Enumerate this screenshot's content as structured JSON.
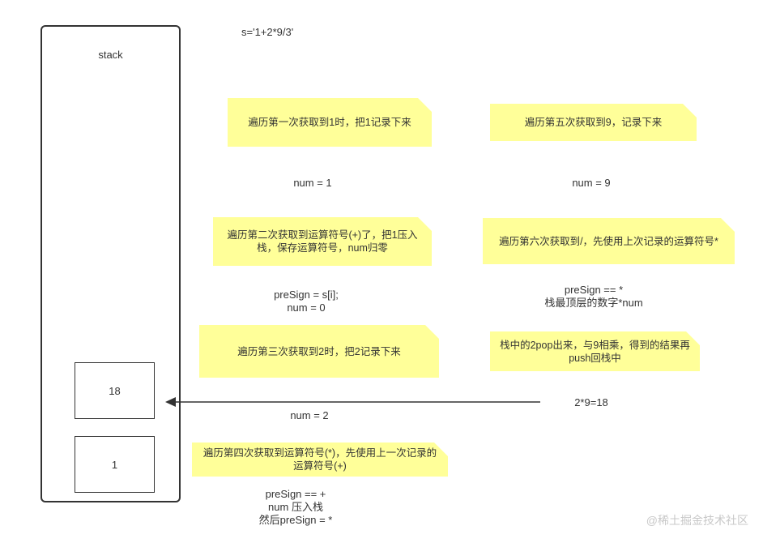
{
  "formula": "s='1+2*9/3'",
  "stack": {
    "title": "stack",
    "cells": [
      "18",
      "1"
    ]
  },
  "notes": [
    {
      "text": "遍历第一次获取到1时，把1记录下来"
    },
    {
      "text": "遍历第二次获取到运算符号(+)了，把1压入栈，保存运算符号，num归零"
    },
    {
      "text": "遍历第三次获取到2时，把2记录下来"
    },
    {
      "text": "遍历第四次获取到运算符号(*)，先使用上一次记录的运算符号(+)"
    },
    {
      "text": "遍历第五次获取到9，记录下来"
    },
    {
      "text": "遍历第六次获取到/，先使用上次记录的运算符号*"
    },
    {
      "text": "栈中的2pop出来，与9相乘，得到的结果再push回栈中"
    }
  ],
  "labels": {
    "num1": "num = 1",
    "presign1": [
      "preSign = s[i];",
      "num = 0"
    ],
    "num2": "num = 2",
    "presign2": [
      "preSign == +",
      "num 压入栈",
      "然后preSign = *"
    ],
    "num9": "num = 9",
    "presign3": [
      "preSign == *",
      "栈最顶层的数字*num"
    ],
    "calc": "2*9=18"
  },
  "watermark": "@稀土掘金技术社区",
  "colors": {
    "note_bg": "#ffff99",
    "line": "#333333"
  }
}
